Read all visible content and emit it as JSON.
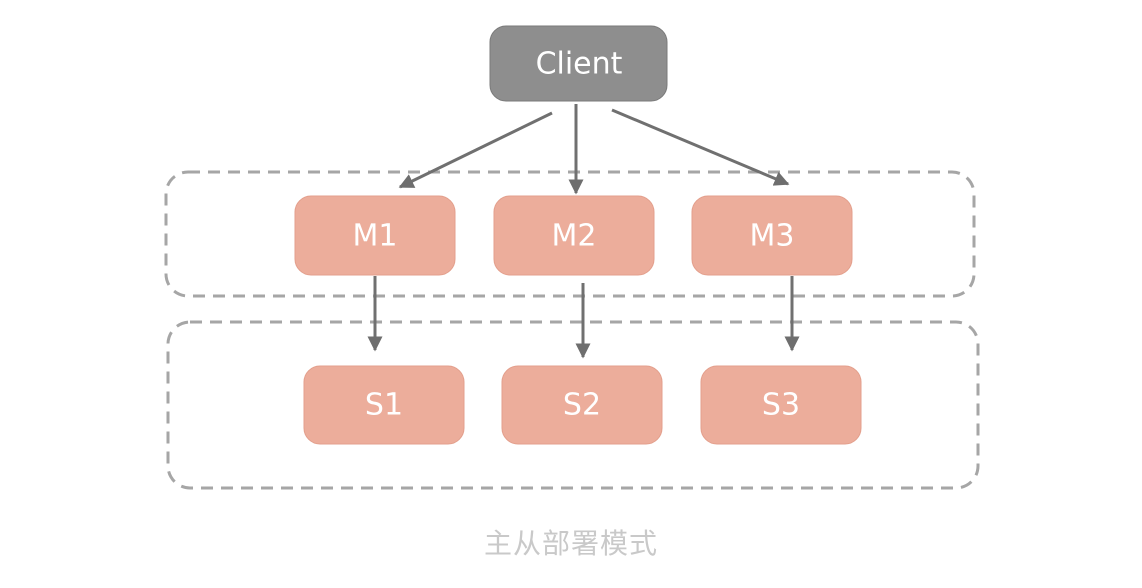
{
  "diagram": {
    "client": {
      "label": "Client",
      "color": "#8e8e8e"
    },
    "masters": [
      {
        "id": "m1",
        "label": "M1"
      },
      {
        "id": "m2",
        "label": "M2"
      },
      {
        "id": "m3",
        "label": "M3"
      }
    ],
    "slaves": [
      {
        "id": "s1",
        "label": "S1"
      },
      {
        "id": "s2",
        "label": "S2"
      },
      {
        "id": "s3",
        "label": "S3"
      }
    ],
    "node_color": "#ecad9b",
    "group_border_color": "#a6a6a6",
    "arrow_color": "#707070",
    "caption": "主从部署模式"
  }
}
